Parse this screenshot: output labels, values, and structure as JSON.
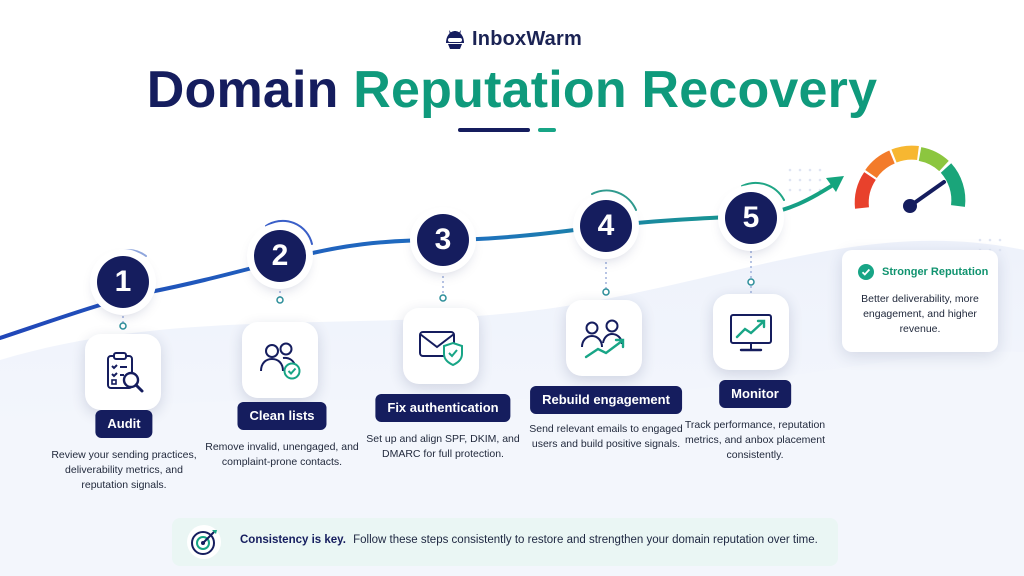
{
  "brand": {
    "name": "InboxWarm",
    "logo_icon": "mascot-helmet-icon"
  },
  "title": {
    "part1": "Domain",
    "part2": "Reputation Recovery"
  },
  "colors": {
    "navy": "#151d5e",
    "teal": "#0f9a7c",
    "green": "#18a586",
    "ink": "#222a3d"
  },
  "steps": [
    {
      "number": "1",
      "label": "Audit",
      "icon": "clipboard-checklist-search-icon",
      "description": "Review your sending practices, deliverability metrics, and reputation signals."
    },
    {
      "number": "2",
      "label": "Clean lists",
      "icon": "users-checkmark-icon",
      "description": "Remove invalid, unengaged, and complaint-prone contacts."
    },
    {
      "number": "3",
      "label": "Fix authentication",
      "icon": "envelope-shield-icon",
      "description": "Set up and align SPF, DKIM, and DMARC for full protection."
    },
    {
      "number": "4",
      "label": "Rebuild engagement",
      "icon": "users-trend-up-icon",
      "description": "Send relevant emails to engaged users and build positive signals."
    },
    {
      "number": "5",
      "label": "Monitor",
      "icon": "monitor-chart-icon",
      "description": "Track performance, reputation metrics, and anbox placement consistently."
    }
  ],
  "result": {
    "title": "Stronger Reputation",
    "description": "Better deliverability, more engagement, and higher revenue.",
    "gauge_icon": "speedometer-gauge-icon",
    "check_icon": "check-circle-icon"
  },
  "note": {
    "strong": "Consistency is key.",
    "text": "Follow these steps consistently to restore and strengthen your domain reputation over time.",
    "icon": "target-icon"
  }
}
